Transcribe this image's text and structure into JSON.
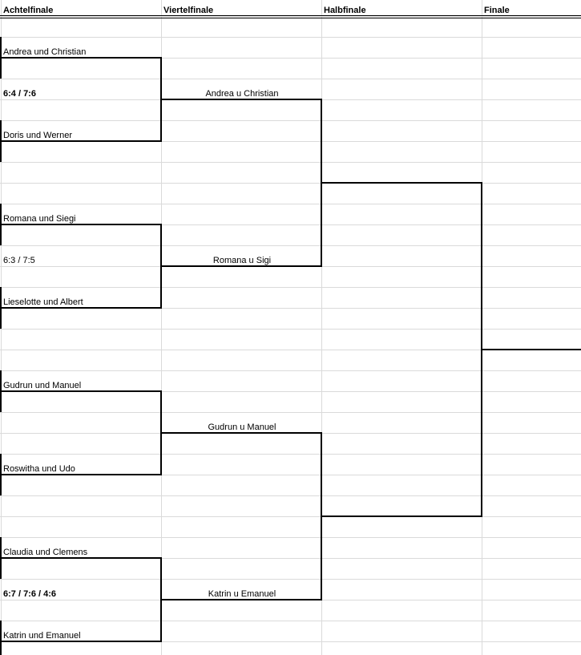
{
  "headers": {
    "round_of_16": "Achtelfinale",
    "quarterfinal": "Viertelfinale",
    "semifinal": "Halbfinale",
    "final": "Finale"
  },
  "round_of_16": {
    "match1": {
      "team_a": "Andrea und Christian",
      "score": "6:4 / 7:6",
      "team_b": "Doris und Werner"
    },
    "match2": {
      "team_a": "Romana und Siegi",
      "score": "6:3 / 7:5",
      "team_b": "Lieselotte und Albert"
    },
    "match3": {
      "team_a": "Gudrun und Manuel",
      "team_b": "Roswitha und Udo"
    },
    "match4": {
      "team_a": "Claudia und Clemens",
      "score": "6:7 / 7:6 / 4:6",
      "team_b": "Katrin und Emanuel"
    }
  },
  "quarterfinal": {
    "winner1": "Andrea u Christian",
    "winner2": "Romana u Sigi",
    "winner3": "Gudrun u Manuel",
    "winner4": "Katrin u Emanuel"
  }
}
